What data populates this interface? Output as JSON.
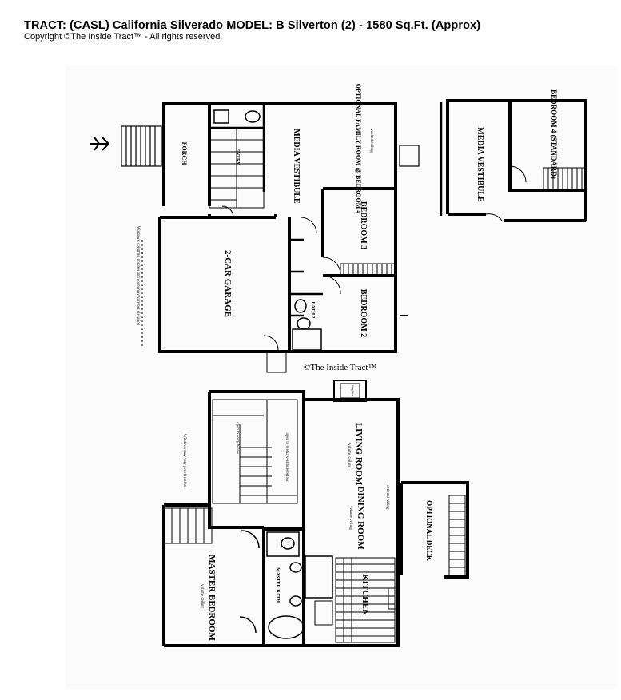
{
  "header": {
    "title": "TRACT: (CASL) California Silverado   MODEL: B Silverton (2)  -  1580 Sq.Ft. (Approx)",
    "copyright": "Copyright  ©The Inside Tract™ - All rights reserved."
  },
  "plan": {
    "watermark": "©The Inside Tract™",
    "upper": {
      "porch": "PORCH",
      "media_vestibule": "MEDIA VESTIBULE",
      "optional_family_room": "OPTIONAL FAMILY ROOM @ BEDROOM 4",
      "bedroom3": "BEDROOM 3",
      "bedroom2": "BEDROOM 2",
      "garage": "2-CAR GARAGE",
      "bath": "BATH 2",
      "entry": "ENTRY",
      "garage_note": "Windows, columns, porches and doors may vary per elevation",
      "ceiling_note": "vaulted ceiling"
    },
    "alt": {
      "media_vestibule": "MEDIA VESTIBULE",
      "bedroom4": "BEDROOM 4 (STANDARD)"
    },
    "lower": {
      "living_room": "LIVING ROOM",
      "living_note": "volume ceiling",
      "dining_room": "DINING ROOM",
      "dining_note": "volume ceiling",
      "optional_deck": "OPTIONAL DECK",
      "kitchen": "KITCHEN",
      "master_bedroom": "MASTER BEDROOM",
      "master_note": "volume ceiling",
      "master_bath": "MASTER BATH",
      "fireplace": "fireplace",
      "elevation_note": "Windows may vary per elevation",
      "open_note": "open to media vestibule below",
      "open_below": "open to entry below",
      "railing_note": "optional railing"
    }
  }
}
